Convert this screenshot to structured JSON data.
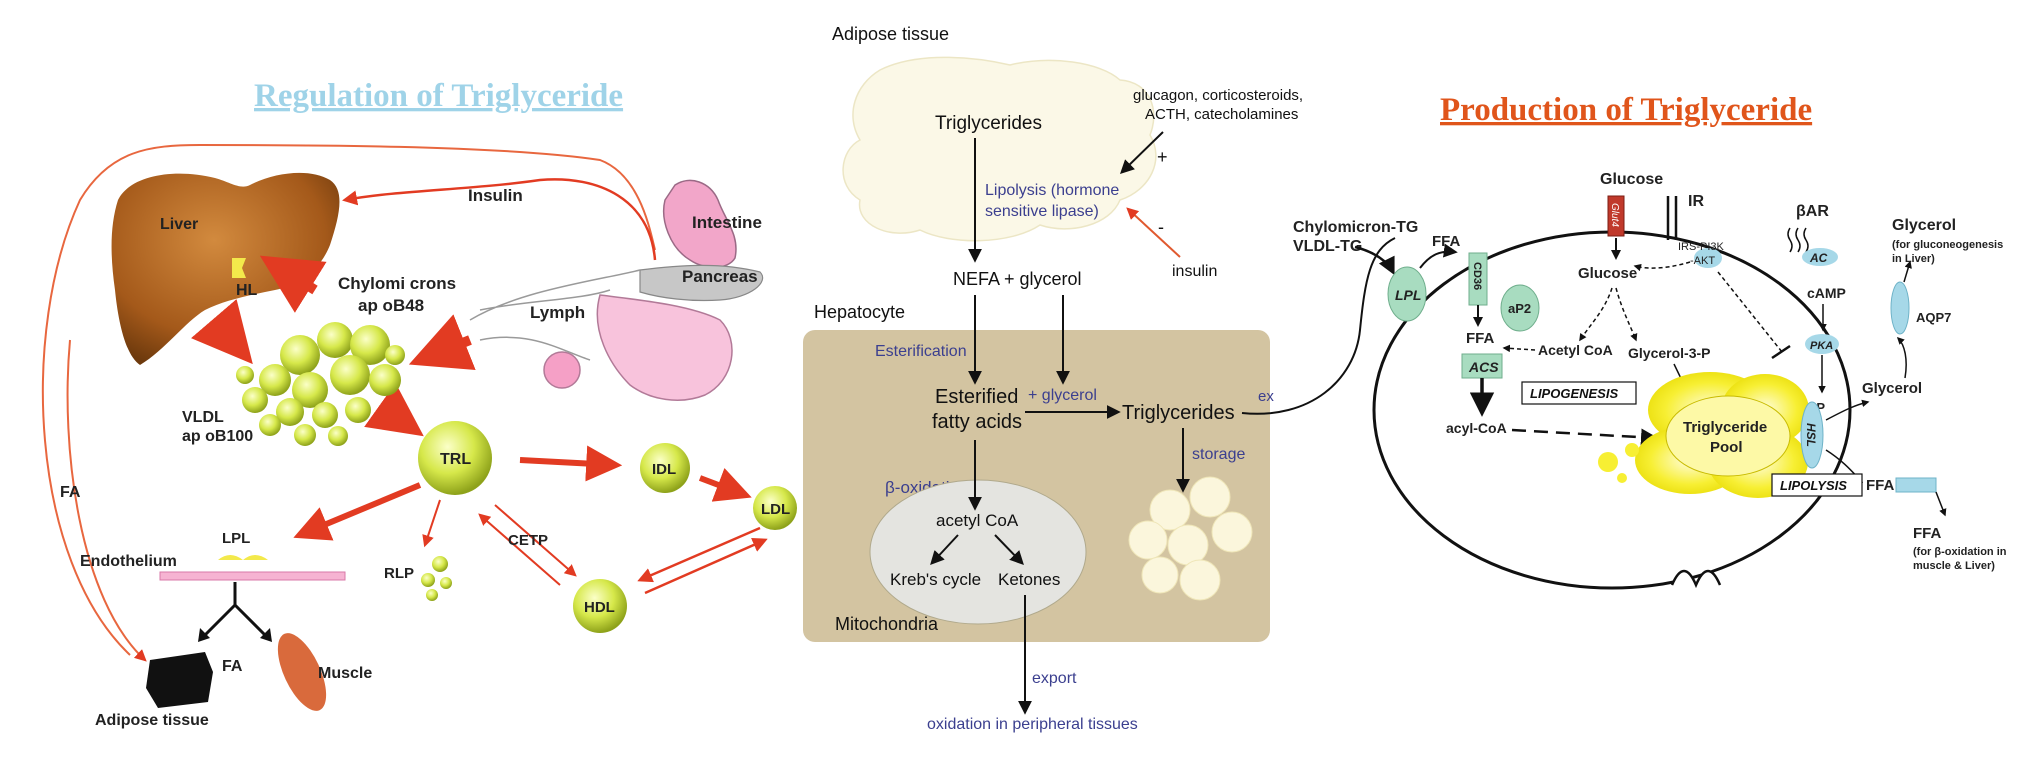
{
  "left": {
    "title": "Regulation of Triglyceride",
    "labels": {
      "liver": "Liver",
      "insulin": "Insulin",
      "intestine": "Intestine",
      "pancreas": "Pancreas",
      "hl": "HL",
      "chylomicrons": "Chylomi crons",
      "apob48": "ap oB48",
      "lymph": "Lymph",
      "vldl": "VLDL",
      "apob100": "ap oB100",
      "trl": "TRL",
      "idl": "IDL",
      "ldl": "LDL",
      "hdl": "HDL",
      "fa_left": "FA",
      "lpl": "LPL",
      "endothelium": "Endothelium",
      "rlp": "RLP",
      "cetp": "CETP",
      "fa_bottom": "FA",
      "muscle": "Muscle",
      "adipose": "Adipose tissue"
    }
  },
  "middle": {
    "labels": {
      "adipose_tissue": "Adipose tissue",
      "triglycerides_top": "Triglycerides",
      "glucagon_line1": "glucagon, corticosteroids,",
      "glucagon_line2": "ACTH, catecholamines",
      "plus": "+",
      "minus": "-",
      "lipolysis_line1": "Lipolysis (hormone",
      "lipolysis_line2": "sensitive lipase)",
      "insulin": "insulin",
      "nefa": "NEFA + glycerol",
      "hepatocyte": "Hepatocyte",
      "esterification": "Esterification",
      "esterified_line1": "Esterified",
      "esterified_line2": "fatty acids",
      "plus_glycerol": "+ glycerol",
      "triglycerides_mid": "Triglycerides",
      "export_cut": "ex",
      "storage": "storage",
      "beta_oxidation": "β-oxidation",
      "acetyl_coa": "acetyl CoA",
      "krebs": "Kreb's cycle",
      "ketones": "Ketones",
      "mitochondria": "Mitochondria",
      "export": "export",
      "oxidation": "oxidation in peripheral tissues"
    }
  },
  "right": {
    "title": "Production of Triglyceride",
    "labels": {
      "chylomicron_tg": "Chylomicron-TG",
      "vldl_tg": "VLDL-TG",
      "lpl": "LPL",
      "ffa_top": "FFA",
      "cd36": "CD36",
      "ap2": "aP2",
      "ffa_mid": "FFA",
      "acs": "ACS",
      "acyl_coa": "acyl-CoA",
      "glucose_out": "Glucose",
      "glut4": "Glut4",
      "ir": "IR",
      "irs": "IRS-PI3K",
      "akt": "-AKT",
      "glucose_in": "Glucose",
      "acetyl_coa": "Acetyl CoA",
      "glycerol3p": "Glycerol-3-P",
      "lipogenesis": "LIPOGENESIS",
      "tg_pool_line1": "Triglyceride",
      "tg_pool_line2": "Pool",
      "bar": "βAR",
      "ac": "AC",
      "camp": "cAMP",
      "pka": "PKA",
      "p": "-P",
      "hsl": "HSL",
      "glycerol_out": "Glycerol",
      "glycerol_note1": "(for gluconeogenesis",
      "glycerol_note2": "in Liver)",
      "aqp7": "AQP7",
      "glycerol_in": "Glycerol",
      "lipolysis": "LIPOLYSIS",
      "ffa_right": "FFA",
      "ffa_out": "FFA",
      "ffa_note1": "(for β-oxidation in",
      "ffa_note2": "muscle & Liver)"
    }
  },
  "colors": {
    "title_left": "#9fd3e8",
    "title_right": "#e0551b",
    "arrow_red": "#e23b22",
    "liver": "#a4591a",
    "hepatocyte_bg": "#d3c4a1",
    "blue_text": "#3b3f8f",
    "cell_green": "#a8dcc0",
    "pool_yellow": "#f3ea00"
  }
}
